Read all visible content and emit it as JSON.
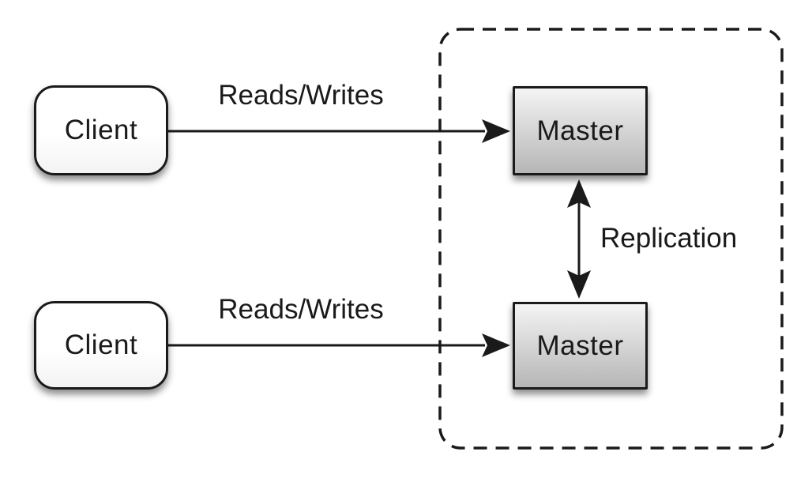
{
  "diagram": {
    "kind": "architecture-diagram",
    "nodes": {
      "client_top": {
        "label": "Client"
      },
      "client_bottom": {
        "label": "Client"
      },
      "master_top": {
        "label": "Master"
      },
      "master_bottom": {
        "label": "Master"
      }
    },
    "edges": {
      "reads_writes_top": {
        "label": "Reads/Writes",
        "from": "client_top",
        "to": "master_top",
        "direction": "one-way"
      },
      "reads_writes_bottom": {
        "label": "Reads/Writes",
        "from": "client_bottom",
        "to": "master_bottom",
        "direction": "one-way"
      },
      "replication": {
        "label": "Replication",
        "from": "master_top",
        "to": "master_bottom",
        "direction": "two-way"
      }
    },
    "group": {
      "name": "master-cluster-boundary",
      "style": "dashed-rounded-rectangle",
      "contains": [
        "master_top",
        "master_bottom"
      ]
    },
    "colors": {
      "stroke": "#1a1a1a",
      "background": "#ffffff",
      "client_fill_top": "#ffffff",
      "client_fill_bottom": "#f3f3f3",
      "master_fill_top": "#f4f4f4",
      "master_fill_bottom": "#b6b6b6",
      "text": "#1a1a1a"
    }
  }
}
